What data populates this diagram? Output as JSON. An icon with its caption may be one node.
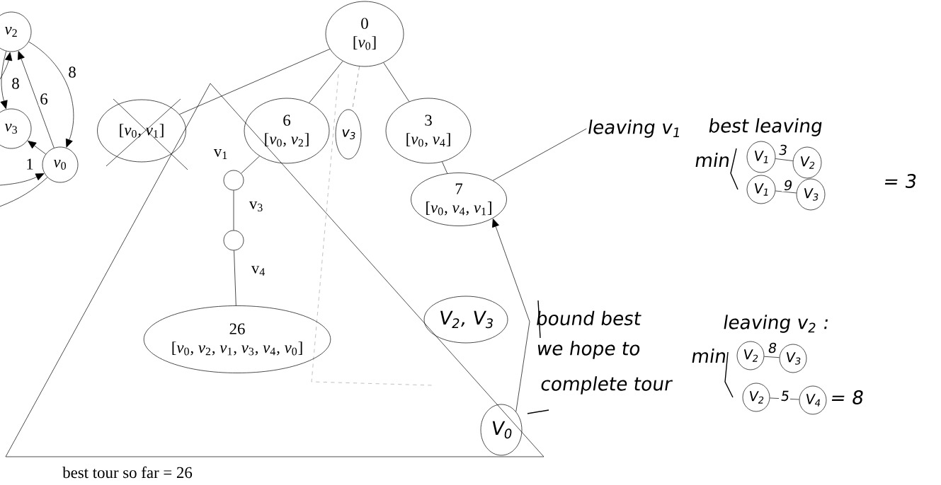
{
  "diagram": {
    "nodes": [
      {
        "text": [
          "0",
          "[*v*$_{0}$]"
        ]
      },
      {
        "text": [
          "[*v*$_{0}$, *v*$_{1}$]"
        ]
      },
      {
        "text": [
          "6",
          "[*v*$_{0}$, *v*$_{2}$]"
        ]
      },
      {
        "text": [
          "v$_{3}$"
        ]
      },
      {
        "text": [
          "3",
          "[*v*$_{0}$, *v*$_{4}$]"
        ]
      },
      {
        "text": [],
        "shape": "circle"
      },
      {
        "text": [],
        "shape": "circle"
      },
      {
        "text": [
          "26",
          "[*v*$_{0}$, *v*$_{2}$, *v*$_{1}$, *v*$_{3}$, *v*$_{4}$, *v*$_{0}$]"
        ]
      },
      {
        "text": [
          "7",
          "[*v*$_{0}$, *v*$_{4}$, *v*$_{1}$]"
        ]
      },
      {
        "text": [
          "V$_{2}$, V$_{3}$"
        ]
      },
      {
        "text": [
          "V$_{0}$"
        ]
      },
      {
        "text": [
          "*v*$_{2}$"
        ]
      },
      {
        "text": [
          "*v*$_{3}$"
        ]
      },
      {
        "text": [
          "*v*$_{0}$"
        ]
      },
      {
        "text": [
          "V$_{1}$"
        ]
      },
      {
        "text": [
          "V$_{2}$"
        ]
      },
      {
        "text": [
          "V$_{1}$"
        ]
      },
      {
        "text": [
          "V$_{3}$"
        ]
      },
      {
        "text": [
          "V$_{2}$"
        ]
      },
      {
        "text": [
          "V$_{3}$"
        ]
      },
      {
        "text": [
          "V$_{2}$"
        ]
      },
      {
        "text": [
          "V$_{4}$"
        ]
      },
      {
        "text": [
          "leaving v$_{1}$"
        ]
      }
    ],
    "edges": [
      {
        "from": 0,
        "to": 1,
        "arrow": "none"
      },
      {
        "from": 0,
        "to": 2,
        "arrow": "none"
      },
      {
        "from": 0,
        "to": 3,
        "arrow": "none",
        "style": "dashed",
        "color": "#808080"
      },
      {
        "from": 0,
        "to": 4,
        "arrow": "none"
      },
      {
        "from": 2,
        "to": 5,
        "arrow": "none",
        "label": "v$_{1}$"
      },
      {
        "from": 5,
        "to": 6,
        "arrow": "none",
        "label": "v$_{3}$"
      },
      {
        "from": 6,
        "to": 7,
        "arrow": "none",
        "label": "v$_{4}$"
      },
      {
        "from": 4,
        "to": 8,
        "arrow": "none"
      },
      {
        "from": 10,
        "to": 8,
        "arrow": "to"
      },
      {
        "from": 22,
        "to": 8,
        "arrow": "none"
      },
      {
        "from": 11,
        "to": 12,
        "arrow": "to",
        "label": "8"
      },
      {
        "from": 13,
        "to": 11,
        "arrow": "to",
        "label": "6"
      },
      {
        "from": 11,
        "to": 13,
        "arrow": "to",
        "label": "8"
      },
      {
        "from": 13,
        "to": 12,
        "arrow": "to",
        "label": "1"
      },
      {
        "from": null,
        "to": 13,
        "arrow": "to"
      },
      {
        "from": null,
        "to": 11,
        "arrow": "to"
      },
      {
        "from": 13,
        "to": null,
        "arrow": "none"
      },
      {
        "from": 14,
        "to": 15,
        "arrow": "none",
        "label": "3"
      },
      {
        "from": 16,
        "to": 17,
        "arrow": "none",
        "label": "9"
      },
      {
        "from": 18,
        "to": 19,
        "arrow": "none",
        "label": "8"
      },
      {
        "from": 20,
        "to": 21,
        "arrow": "none",
        "label": "5"
      }
    ],
    "labels": [
      "best tour so far = 26",
      "best leaving",
      "min",
      "= 3",
      "bound best",
      "leaving v$_{2}$ :",
      "we hope to",
      "min",
      "complete tour",
      "= 8"
    ]
  }
}
